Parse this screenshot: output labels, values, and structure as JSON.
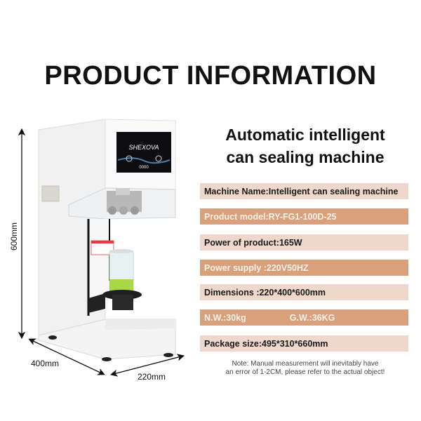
{
  "header": {
    "title": "PRODUCT INFORMATION",
    "subtitle_line1": "Automatic intelligent",
    "subtitle_line2": "can sealing machine"
  },
  "product": {
    "brand_on_screen": "SHEXOVA",
    "screen_digits": "0000"
  },
  "dimensions_overlay": {
    "height_label": "600mm",
    "depth_label": "400mm",
    "width_label": "220mm"
  },
  "specs": [
    {
      "text": "Machine Name:Intelligent can sealing machine",
      "style": "light"
    },
    {
      "text": "Product model:RY-FG1-100D-25",
      "style": "dark"
    },
    {
      "text": "Power of product:165W",
      "style": "light"
    },
    {
      "text": "Power supply :220V50HZ",
      "style": "dark"
    },
    {
      "text": "Dimensions :220*400*600mm",
      "style": "light"
    },
    {
      "text": "N.W.:30kg",
      "text2": "G.W.:36KG",
      "style": "dark"
    },
    {
      "text": "Package size:495*310*660mm",
      "style": "light"
    }
  ],
  "note": {
    "line1": "Note: Manual measurement will inevitably have",
    "line2": "an error of 1-2CM, please refer to the actual object!"
  },
  "colors": {
    "bar_light": "#efd8cb",
    "bar_dark": "#d8a17c",
    "bar_dark_text": "#fbefe6",
    "text": "#111111"
  }
}
